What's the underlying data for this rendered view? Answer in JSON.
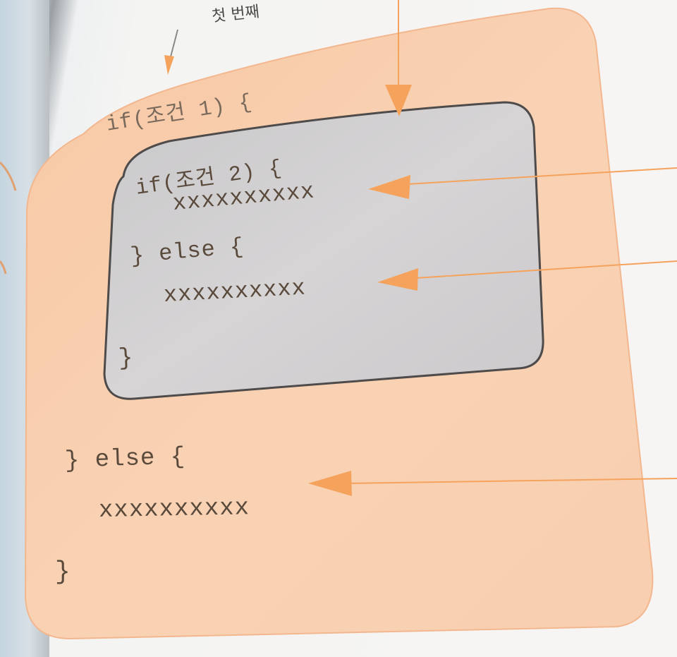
{
  "diagram": {
    "top_label": "첫 번째",
    "outer_block": {
      "if_line": "if(조건 1) {",
      "else_line": "} else {",
      "else_body": "xxxxxxxxxx",
      "close_brace": "}"
    },
    "inner_block": {
      "if_line": "if(조건 2) {",
      "if_body": "xxxxxxxxxx",
      "else_line": "} else {",
      "else_body": "xxxxxxxxxx",
      "close_brace": "}"
    },
    "colors": {
      "outer_fill": "#f9cfae",
      "inner_fill": "#cfcdce",
      "arrow": "#f5a35c",
      "text": "#5a4a3c"
    }
  }
}
